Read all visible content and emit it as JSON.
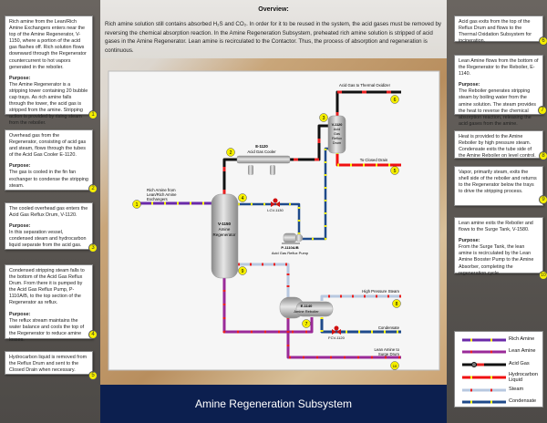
{
  "overview": {
    "title": "Overview:",
    "text": "Rich amine solution still contains absorbed H₂S and CO₂. In order for it to be reused in the system, the acid gases must be removed by reversing the chemical absorption reaction. In the Amine Regeneration Subsystem, preheated rich amine solution is stripped of acid gases in the Amine Regenerator. Lean amine is recirculated to the Contactor. Thus, the process of absorption and regeneration is continuous."
  },
  "title": "Amine Regeneration Subsystem",
  "notes": [
    {
      "num": "1",
      "text": "Rich amine from the Lean/Rich Amine Exchangers enters near the top of the Amine Regenerator, V-1150, where a portion of the acid gas flashes off. Rich solution flows downward through the Regenerator countercurrent to hot vapors generated in the reboiler.",
      "purpose_label": "Purpose:",
      "purpose": "The Amine Regenerator is a stripping tower containing 20 bubble cap trays. As rich amine falls through the tower, the acid gas is stripped from the amine. Stripping action is provided by rising steam from the reboiler."
    },
    {
      "num": "2",
      "text": "Overhead gas from the Regenerator, consisting of acid gas and steam, flows through the tubes of the Acid Gas Cooler E-1120.",
      "purpose_label": "Purpose:",
      "purpose": "The gas is cooled in the fin fan exchanger to condense the stripping steam."
    },
    {
      "num": "3",
      "text": "The cooled overhead gas enters the Acid Gas Reflux Drum, V-1120.",
      "purpose_label": "Purpose:",
      "purpose": "In this separation vessel, condensed steam and hydrocarbon liquid separate from the acid gas."
    },
    {
      "num": "4",
      "text": "Condensed stripping steam falls to the bottom of the Acid Gas Reflux Drum. From there it is pumped by the Acid Gas Reflux Pump, P-1110A/B, to the top section of the Regenerator as reflux.",
      "purpose_label": "Purpose:",
      "purpose": "The reflux stream maintains the water balance and cools the top of the Regenerator to reduce amine losses."
    },
    {
      "num": "5",
      "text": "Hydrocarbon liquid is removed from the Reflux Drum and sent to the Closed Drain when necessary."
    },
    {
      "num": "6",
      "text": "Acid gas exits from the top of the Reflux Drum and flows to the Thermal Oxidation Subsystem for incineration."
    },
    {
      "num": "7",
      "text": "Lean Amine flows from the bottom of the Regenerator to the Reboiler, E-1140.",
      "purpose_label": "Purpose:",
      "purpose": "The Reboiler generates stripping steam by boiling water from the amine solution. The steam provides the heat to reverse the chemical absorption reaction, releasing the acid gases from the amine."
    },
    {
      "num": "8",
      "text": "Heat is provided to the Amine Reboiler by high pressure steam. Condensate exits the tube side of the Amine Reboiler on level control."
    },
    {
      "num": "9",
      "text": "Vapor, primarily steam, exits the shell side of the reboiler and returns to the Regenerator below the trays to drive the stripping process."
    },
    {
      "num": "10",
      "text": "Lean amine exits the Reboiler and flows to the Surge Tank, V-1580.",
      "purpose_label": "Purpose:",
      "purpose": "From the Surge Tank, the lean amine is recirculated by the Lean Amine Booster Pump to the Amine Absorber, completing the regeneration cycle."
    }
  ],
  "diagram": {
    "rich_in": [
      "Rich Amine from",
      "Lean/Rich Amine",
      "Exchangers"
    ],
    "regen": [
      "V-1150",
      "Amine",
      "Regenerator"
    ],
    "cooler": [
      "E-1120",
      "Acid Gas Cooler"
    ],
    "drum": [
      "V-1120",
      "Acid",
      "Gas",
      "Reflux",
      "Drum"
    ],
    "to_oxidizer": "Acid Gas to Thermal Oxidizer",
    "to_drain": "To Closed Drain",
    "lcv": "LCV-1130",
    "pump": [
      "P-1110A/B",
      "Acid Gas Reflux Pump"
    ],
    "reboiler": [
      "E-1140",
      "Amine Reboiler"
    ],
    "hp_steam": "High Pressure Steam",
    "condensate": "Condensate",
    "fcv": "FCV-1120",
    "lean_out": [
      "Lean Amine to",
      "Surge Drum"
    ]
  },
  "legend": [
    {
      "label": "Rich Amine",
      "color": "#6a2aa8",
      "dot": "#f5ee00"
    },
    {
      "label": "Lean Amine",
      "color": "#9a2a98",
      "dot": "#e82020"
    },
    {
      "label": "Acid Gas",
      "color": "#111111",
      "dot": "#e82020"
    },
    {
      "label": "Hydrocarbon Liquid",
      "color": "#f01010",
      "dot": "#f5ee00"
    },
    {
      "label": "Steam",
      "color": "#b8c8e0",
      "dot": "#e82020"
    },
    {
      "label": "Condensate",
      "color": "#1f4a8a",
      "dot": "#f5ee00"
    }
  ]
}
